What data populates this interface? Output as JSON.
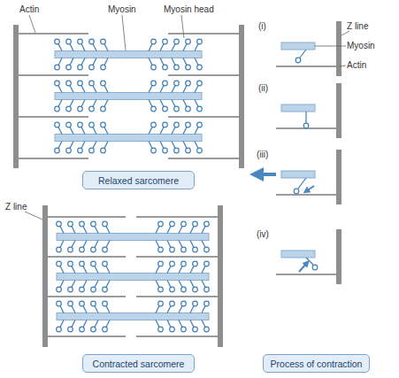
{
  "diagram": {
    "nodes": [
      {
        "text": [
          "Relaxed sarcomere"
        ]
      },
      {
        "text": [
          "Contracted sarcomere"
        ]
      },
      {
        "text": [
          "Process of contraction"
        ]
      }
    ],
    "labels": [
      "Actin",
      "Myosin",
      "Myosin head",
      "Z line",
      "(i)",
      "Myosin",
      "Actin",
      "(ii)",
      "(iii)",
      "(iv)",
      "Z line"
    ]
  }
}
